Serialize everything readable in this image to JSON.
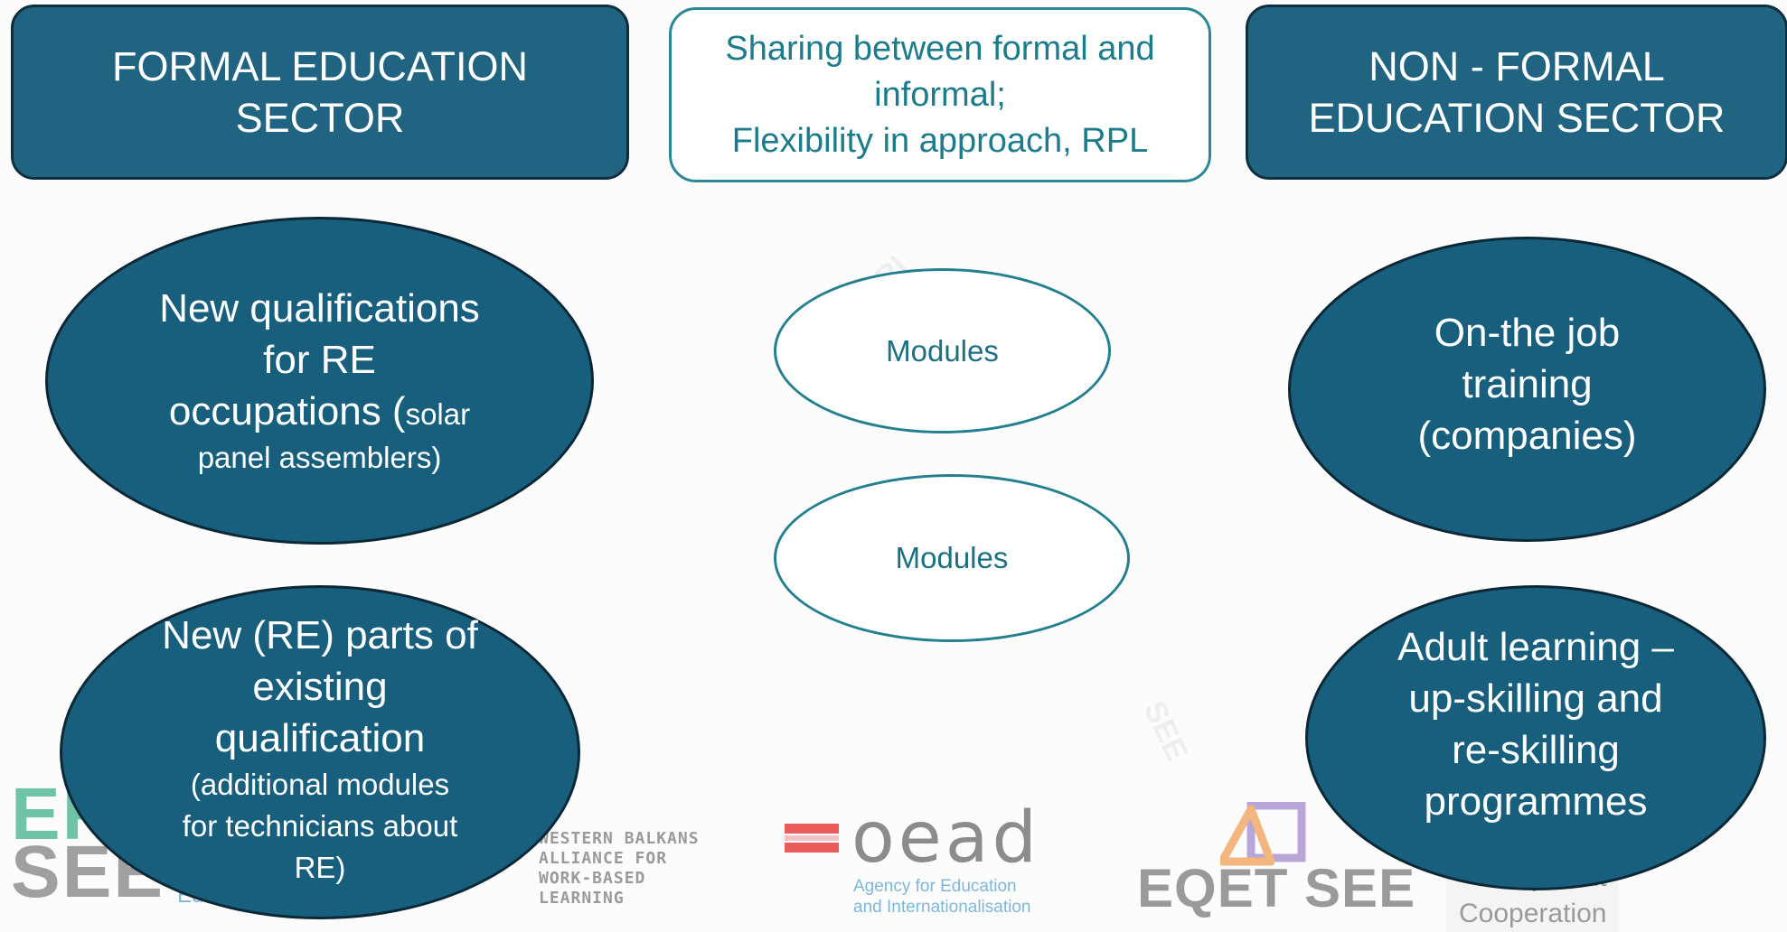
{
  "headers": {
    "formal": [
      "FORMAL EDUCATION",
      "SECTOR"
    ],
    "sharing": [
      "Sharing between formal and",
      "informal;",
      "Flexibility in approach, RPL"
    ],
    "nonformal": [
      "NON - FORMAL",
      "EDUCATION SECTOR"
    ]
  },
  "formal_items": {
    "qualifications": {
      "lines": [
        "New qualifications",
        "for RE"
      ],
      "line3_main": "occupations (",
      "line3_small": "solar",
      "line4_small": "panel assemblers)"
    },
    "parts": {
      "lines": [
        "New (RE) parts of",
        "existing",
        "qualification"
      ],
      "small_lines": [
        "(additional modules",
        "for technicians about",
        "RE)"
      ]
    }
  },
  "modules": [
    "Modules",
    "Modules"
  ],
  "nonformal_items": {
    "onjob": [
      "On-the job",
      "training",
      "(companies)"
    ],
    "adult": [
      "Adult learning –",
      "up-skilling and",
      "re-skilling",
      "programmes"
    ]
  },
  "logos": {
    "erisee": [
      "ERI",
      "SEE"
    ],
    "erisee_sub": "Ed",
    "western_balkans": [
      "WESTERN BALKANS",
      "ALLIANCE FOR",
      "WORK-BASED",
      "LEARNING"
    ],
    "oead_word": "oead",
    "oead_sub": [
      "Agency for Education",
      "and Internationalisation"
    ],
    "eqet": "EQET SEE",
    "development": [
      "...opment",
      "Cooperation"
    ],
    "watermarks": [
      "ERI",
      "SEE"
    ]
  },
  "colors": {
    "dark_fill": "#175f7d",
    "header_fill": "#216481",
    "teal_outline": "#247f8e",
    "teal_text": "#1d7080"
  }
}
